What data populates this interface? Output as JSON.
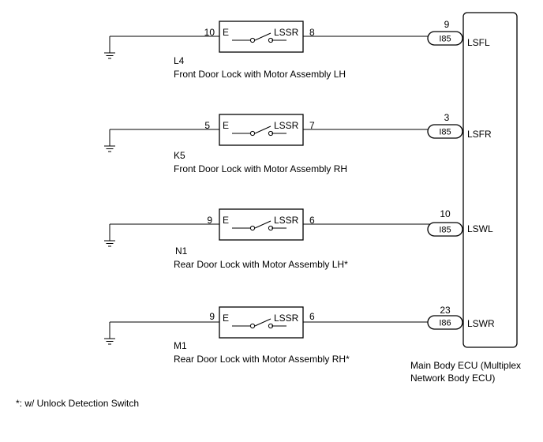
{
  "circuits": [
    {
      "id": "L4",
      "name": "Front Door Lock with Motor Assembly LH",
      "left_pin": "10",
      "left_terminal": "E",
      "right_terminal": "LSSR",
      "right_pin": "8",
      "ecu_pin": "9",
      "connector": "I85",
      "signal": "LSFL"
    },
    {
      "id": "K5",
      "name": "Front Door Lock with Motor Assembly RH",
      "left_pin": "5",
      "left_terminal": "E",
      "right_terminal": "LSSR",
      "right_pin": "7",
      "ecu_pin": "3",
      "connector": "I85",
      "signal": "LSFR"
    },
    {
      "id": "N1",
      "name": "Rear Door Lock with Motor Assembly LH*",
      "left_pin": "9",
      "left_terminal": "E",
      "right_terminal": "LSSR",
      "right_pin": "6",
      "ecu_pin": "10",
      "connector": "I85",
      "signal": "LSWL"
    },
    {
      "id": "M1",
      "name": "Rear Door Lock with Motor Assembly RH*",
      "left_pin": "9",
      "left_terminal": "E",
      "right_terminal": "LSSR",
      "right_pin": "6",
      "ecu_pin": "23",
      "connector": "I86",
      "signal": "LSWR"
    }
  ],
  "ecu": {
    "name_line1": "Main Body ECU (Multiplex",
    "name_line2": "Network Body ECU)"
  },
  "footnote": "*: w/ Unlock Detection Switch"
}
